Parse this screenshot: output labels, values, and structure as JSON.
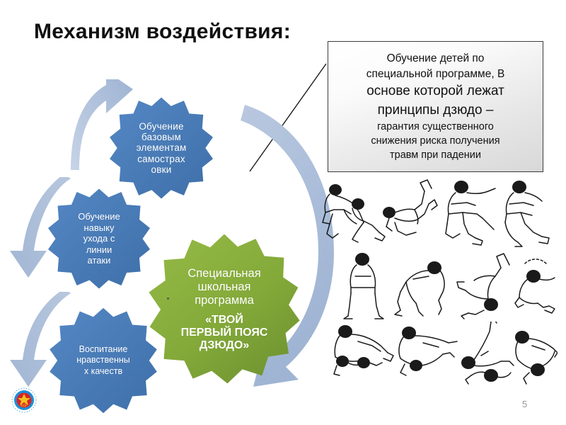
{
  "slide": {
    "title": "Механизм воздействия:",
    "page_number": "5",
    "background_color": "#ffffff"
  },
  "callout": {
    "name": "callout-textbox",
    "border_color": "#3c3c3c",
    "lines": [
      {
        "text": "Обучение детей по",
        "size": "sm"
      },
      {
        "text": "специальной программе, В",
        "size": "sm"
      },
      {
        "text": "основе которой лежат",
        "size": "lg"
      },
      {
        "text": "принципы дзюдо –",
        "size": "lg"
      },
      {
        "text": "гарантия существенного",
        "size": "xs"
      },
      {
        "text": "снижения риска получения",
        "size": "xs"
      },
      {
        "text": "травм при падении",
        "size": "xs"
      }
    ]
  },
  "gears": {
    "blue_color": "#4a7ebb",
    "blue_color_dark": "#3b6ba6",
    "green_color": "#86ab3a",
    "green_color_dark": "#6f9430",
    "basics": {
      "name": "gear-basic-falling-skills",
      "lines": [
        "Обучение",
        "базовым",
        "элементам",
        "самострах",
        "овки"
      ]
    },
    "evasion": {
      "name": "gear-attack-line-evasion",
      "lines": [
        "Обучение",
        "навыку",
        "ухода с",
        "линии",
        "атаки"
      ]
    },
    "morals": {
      "name": "gear-moral-qualities",
      "lines": [
        "Воспитание",
        "нравственны",
        "х качеств"
      ]
    },
    "program": {
      "name": "gear-special-school-program",
      "top_lines": [
        "Специальная",
        "школьная",
        "программа"
      ],
      "bottom_lines": [
        "«ТВОЙ",
        "ПЕРВЫЙ ПОЯС",
        "ДЗЮДО»"
      ]
    }
  },
  "arrows": {
    "color": "#a8bcd8",
    "color_light": "#c3d1e6",
    "items": [
      {
        "name": "arrow-up-to-basics-gear"
      },
      {
        "name": "arrow-down-to-evasion-gear"
      },
      {
        "name": "arrow-down-to-morals-gear"
      },
      {
        "name": "arrow-sweep-around-program-gear"
      }
    ]
  },
  "judo_illustrations": {
    "name": "judo-technique-figures",
    "description": "Чёрно-белые контурные рисунки приёмов дзюдо",
    "rows": [
      {
        "count": 4
      },
      {
        "count": 4
      },
      {
        "count": 4
      }
    ]
  },
  "emblem": {
    "name": "federation-emblem",
    "outer_color": "#1f8fd4",
    "inner_color": "#d8232a",
    "accent_color": "#f2c21c"
  }
}
